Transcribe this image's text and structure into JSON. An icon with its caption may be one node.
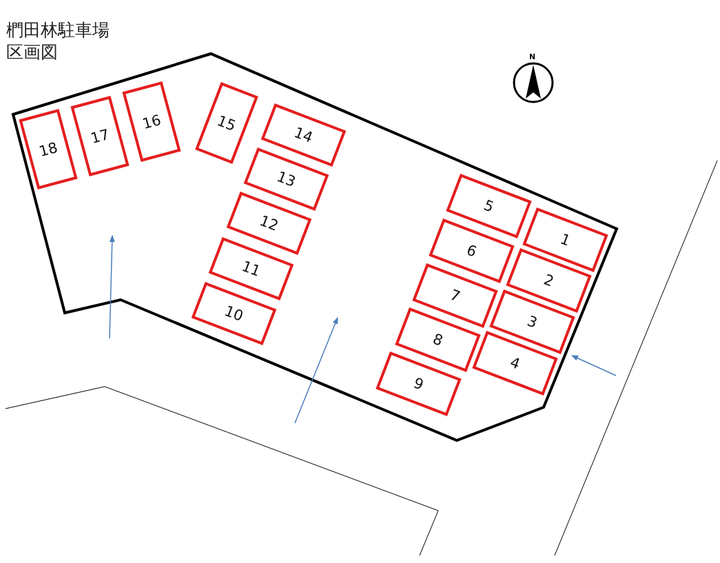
{
  "diagram": {
    "title": "椚田林駐車場区画図",
    "nodes": [
      {
        "text": [
          "1"
        ]
      },
      {
        "text": [
          "2"
        ]
      },
      {
        "text": [
          "3"
        ]
      },
      {
        "text": [
          "4"
        ]
      },
      {
        "text": [
          "5"
        ]
      },
      {
        "text": [
          "6"
        ]
      },
      {
        "text": [
          "7"
        ]
      },
      {
        "text": [
          "8"
        ]
      },
      {
        "text": [
          "9"
        ]
      },
      {
        "text": [
          "10"
        ]
      },
      {
        "text": [
          "11"
        ]
      },
      {
        "text": [
          "12"
        ]
      },
      {
        "text": [
          "13"
        ]
      },
      {
        "text": [
          "14"
        ]
      },
      {
        "text": [
          "15"
        ]
      },
      {
        "text": [
          "16"
        ]
      },
      {
        "text": [
          "17"
        ]
      },
      {
        "text": [
          "18"
        ]
      }
    ],
    "labels": [
      "N"
    ]
  }
}
